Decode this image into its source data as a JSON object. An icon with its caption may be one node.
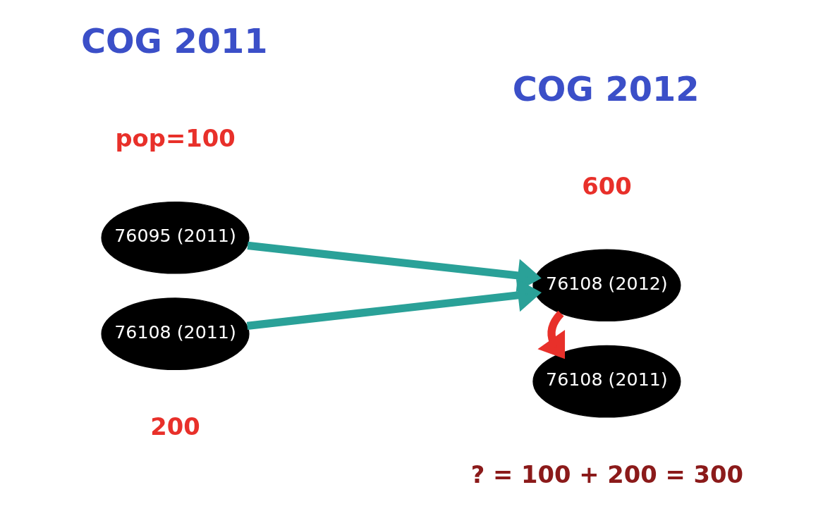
{
  "diagram": {
    "nodes": [
      {
        "text": [
          "76095 (2011)"
        ],
        "beside": [
          "pop=100"
        ]
      },
      {
        "text": [
          "76108 (2011)"
        ],
        "beside": [
          "200"
        ]
      },
      {
        "text": [
          "76108 (2012)"
        ],
        "beside": [
          "600"
        ]
      },
      {
        "text": [
          "76108 (2011)"
        ],
        "beside": [
          "? = 100 + 200 = 300"
        ]
      }
    ],
    "edges": [
      {
        "from": 0,
        "to": 2,
        "arrow": "to"
      },
      {
        "from": 1,
        "to": 2,
        "arrow": "to"
      },
      {
        "from": 2,
        "to": 3,
        "arrow": "to",
        "color": "#e8302a"
      }
    ],
    "labels": [
      "COG 2011",
      "COG 2012"
    ]
  }
}
